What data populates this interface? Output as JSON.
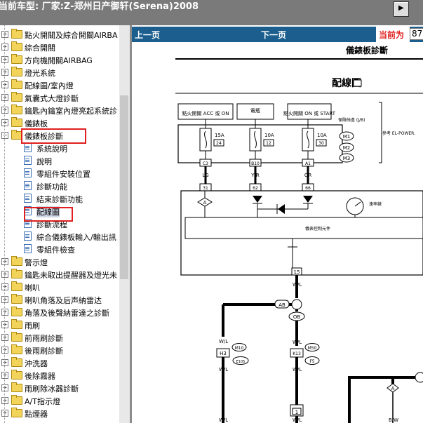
{
  "title_bar": {
    "title": "当前车型: 厂家:Z-郑州日产御轩(Serena)2008"
  },
  "tree": {
    "items": [
      {
        "label": "點火開關及綜合開關AIRBA",
        "type": "folder",
        "indent": 0
      },
      {
        "label": "綜合開關",
        "type": "folder",
        "indent": 0
      },
      {
        "label": "方向機開關AIRBAG",
        "type": "folder",
        "indent": 0
      },
      {
        "label": "燈光系統",
        "type": "folder",
        "indent": 0
      },
      {
        "label": "配線圖/室內燈",
        "type": "folder",
        "indent": 0
      },
      {
        "label": "氣囊式大燈診斷",
        "type": "folder",
        "indent": 0
      },
      {
        "label": "鑰匙內鑰室內燈亮起系統診",
        "type": "folder",
        "indent": 0
      },
      {
        "label": "儀錶板",
        "type": "folder",
        "indent": 0
      },
      {
        "label": "儀錶板診斷",
        "type": "folder-open",
        "indent": 0
      },
      {
        "label": "系統說明",
        "type": "doc",
        "indent": 1
      },
      {
        "label": "說明",
        "type": "doc",
        "indent": 1
      },
      {
        "label": "零組件安裝位置",
        "type": "doc",
        "indent": 1
      },
      {
        "label": "診斷功能",
        "type": "doc",
        "indent": 1
      },
      {
        "label": "結束診斷功能",
        "type": "doc",
        "indent": 1
      },
      {
        "label": "配線圖",
        "type": "doc",
        "indent": 1,
        "selected": true
      },
      {
        "label": "診斷流程",
        "type": "doc",
        "indent": 1
      },
      {
        "label": "綜合儀錶板輸入/輸出訊",
        "type": "doc",
        "indent": 1
      },
      {
        "label": "零組件檢查",
        "type": "doc",
        "indent": 1
      },
      {
        "label": "警示燈",
        "type": "folder",
        "indent": 0
      },
      {
        "label": "鑰匙未取出提醒器及燈光未",
        "type": "folder",
        "indent": 0
      },
      {
        "label": "喇叭",
        "type": "folder",
        "indent": 0
      },
      {
        "label": "喇叭角落及后声納雷达",
        "type": "folder",
        "indent": 0
      },
      {
        "label": "角落及後聲納雷達之診斷",
        "type": "folder",
        "indent": 0
      },
      {
        "label": "雨刷",
        "type": "folder",
        "indent": 0
      },
      {
        "label": "前雨刷診斷",
        "type": "folder",
        "indent": 0
      },
      {
        "label": "後雨刷診斷",
        "type": "folder",
        "indent": 0
      },
      {
        "label": "沖洗器",
        "type": "folder",
        "indent": 0
      },
      {
        "label": "後除霧器",
        "type": "folder",
        "indent": 0
      },
      {
        "label": "雨刷除冰器診斷",
        "type": "folder",
        "indent": 0
      },
      {
        "label": "A/T指示燈",
        "type": "folder",
        "indent": 0
      },
      {
        "label": "點煙器",
        "type": "folder",
        "indent": 0
      }
    ]
  },
  "nav": {
    "prev_label": "上一页",
    "next_label": "下一页",
    "current_label": "当前为",
    "page_value": "87"
  },
  "document": {
    "section_title": "儀錶板診斷",
    "diagram_title": "配線圖",
    "sources": [
      "點火開關 ACC 或 ON",
      "電瓶",
      "點火開關 ON 或 START"
    ],
    "fuse_box_label": "保險絲盒 (J/B)",
    "fuse_box_refs": [
      "M1",
      "M2",
      "M3"
    ],
    "refer_label": "參考 EL-POWER.",
    "fuses": [
      {
        "amp": "15A",
        "num": "24",
        "connector": "C3",
        "wire": "LG",
        "pin": "31"
      },
      {
        "amp": "10A",
        "num": "12",
        "connector": "B10",
        "wire": "Y/R",
        "pin": "62"
      },
      {
        "amp": "10A",
        "num": "30",
        "connector": "A1",
        "wire": "OR",
        "pin": "66"
      }
    ],
    "speedometer_label": "速率錶",
    "control_unit_label": "儀表控制元件",
    "pin_15": "15",
    "wire_wl": "W/L",
    "splice_ab": "AB",
    "splice_ob": "OB",
    "connector_h3": "H3",
    "connector_k13": "K13",
    "ref_m10": "M10",
    "ref_e105": "E105",
    "ref_m50": "M50",
    "ref_f5": "F5",
    "splice_a": "A",
    "wire_bw": "B/W",
    "pin_1": "1"
  }
}
